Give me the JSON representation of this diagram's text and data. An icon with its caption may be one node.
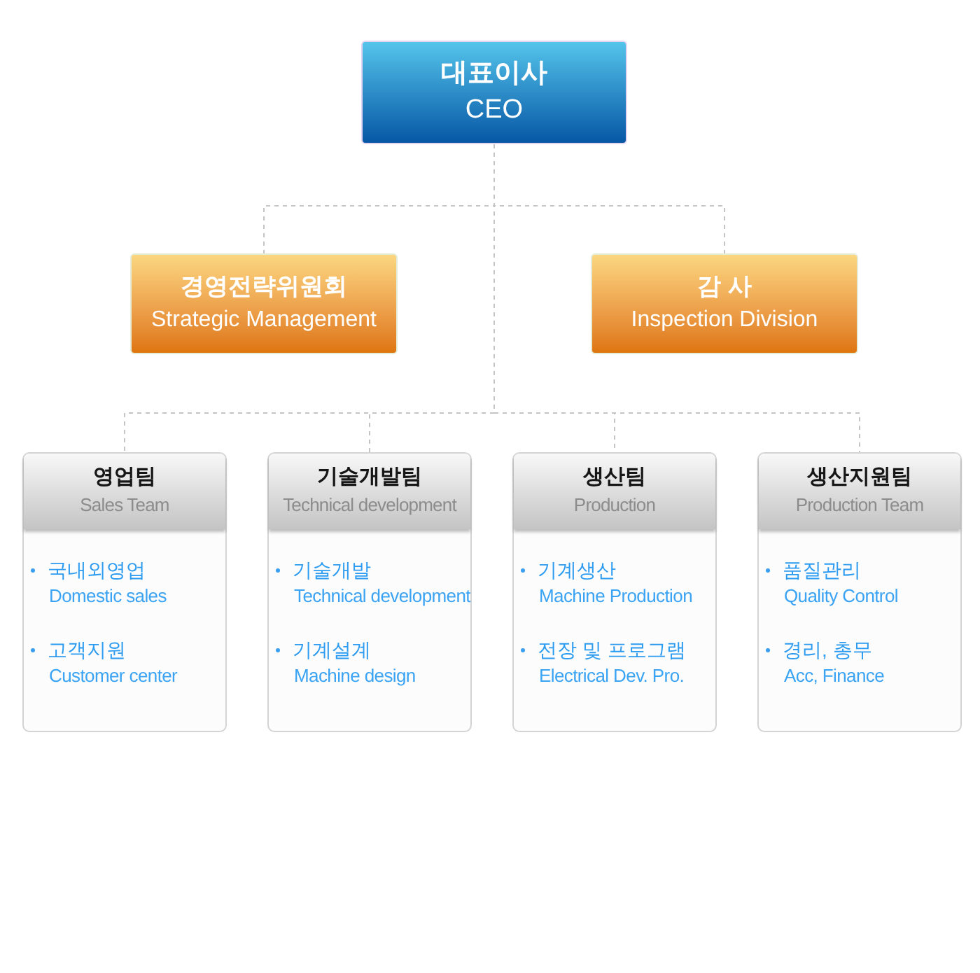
{
  "diagram": {
    "nodes": [
      {
        "text": [
          "대표이사",
          "CEO"
        ]
      },
      {
        "text": [
          "경영전략위원회",
          "Strategic Management"
        ]
      },
      {
        "text": [
          "감 사",
          "Inspection Division"
        ]
      },
      {
        "text": [
          "국내외영업",
          "Domestic sales",
          "고객지원",
          "Customer center"
        ]
      },
      {
        "text": [
          "영업팀",
          "Sales Team"
        ],
        "in": 3
      },
      {
        "text": [
          "기술개발",
          "Technical development",
          "기계설계",
          "Machine design"
        ]
      },
      {
        "text": [
          "기술개발팀",
          "Technical development"
        ],
        "in": 5
      },
      {
        "text": [
          "기계생산",
          "Machine Production",
          "전장 및 프로그램",
          "Electrical Dev. Pro."
        ]
      },
      {
        "text": [
          "생산팀",
          "Production"
        ],
        "in": 7
      },
      {
        "text": [
          "품질관리",
          "Quality Control",
          "경리, 총무",
          "Acc, Finance"
        ]
      },
      {
        "text": [
          "생산지원팀",
          "Production Team"
        ],
        "in": 9
      }
    ],
    "edges": [
      {
        "from": 0,
        "to": 1,
        "arrow": "none",
        "style": "dashed"
      },
      {
        "from": 0,
        "to": 2,
        "arrow": "none",
        "style": "dashed"
      },
      {
        "from": 0,
        "to": 3,
        "arrow": "none",
        "style": "dashed"
      },
      {
        "from": 0,
        "to": 5,
        "arrow": "none",
        "style": "dashed"
      },
      {
        "from": 0,
        "to": 7,
        "arrow": "none",
        "style": "dashed"
      },
      {
        "from": 0,
        "to": 9,
        "arrow": "none",
        "style": "dashed"
      }
    ]
  }
}
